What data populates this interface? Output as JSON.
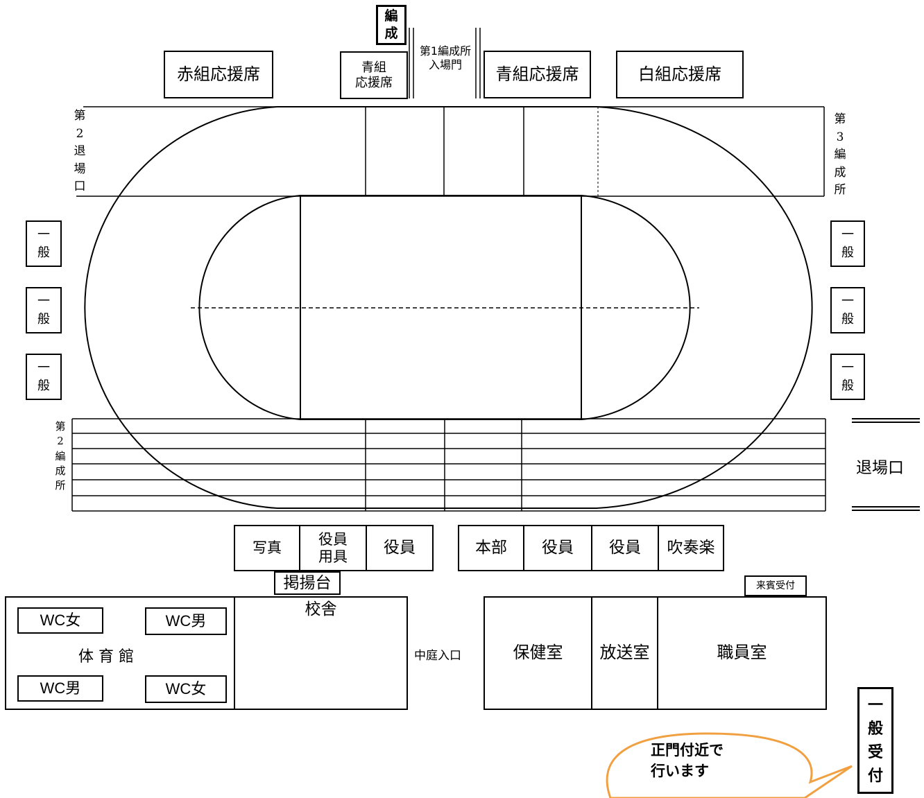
{
  "stands": {
    "red": "赤組応援席",
    "blue_small": "青組\n応援席",
    "blue": "青組応援席",
    "white": "白組応援席"
  },
  "formation_tab": "編\n成",
  "entrance": "第1編成所\n入場門",
  "second_exit": "第\n2\n退\n場\n口",
  "third_formation": "第\n3\n編\n成\n所",
  "second_formation": "第\n2\n編\n成\n所",
  "general": "一\n般",
  "exit": "退場口",
  "tents_left": [
    "写真",
    "役員\n用具",
    "役員"
  ],
  "tents_right": [
    "本部",
    "役員",
    "役員",
    "吹奏楽"
  ],
  "podium": "掲揚台",
  "guest_reception": "来賓受付",
  "school_building": "校舎",
  "gym": {
    "label": "体 育 館",
    "wc": [
      "WC女",
      "WC男",
      "WC男",
      "WC女"
    ]
  },
  "courtyard_entrance": "中庭入口",
  "rooms": [
    "保健室",
    "放送室",
    "職員室"
  ],
  "general_reception": "一\n般\n受\n付",
  "callout": "正門付近で\n行います",
  "colors": {
    "line": "#000000",
    "callout_border": "#f0a040"
  }
}
